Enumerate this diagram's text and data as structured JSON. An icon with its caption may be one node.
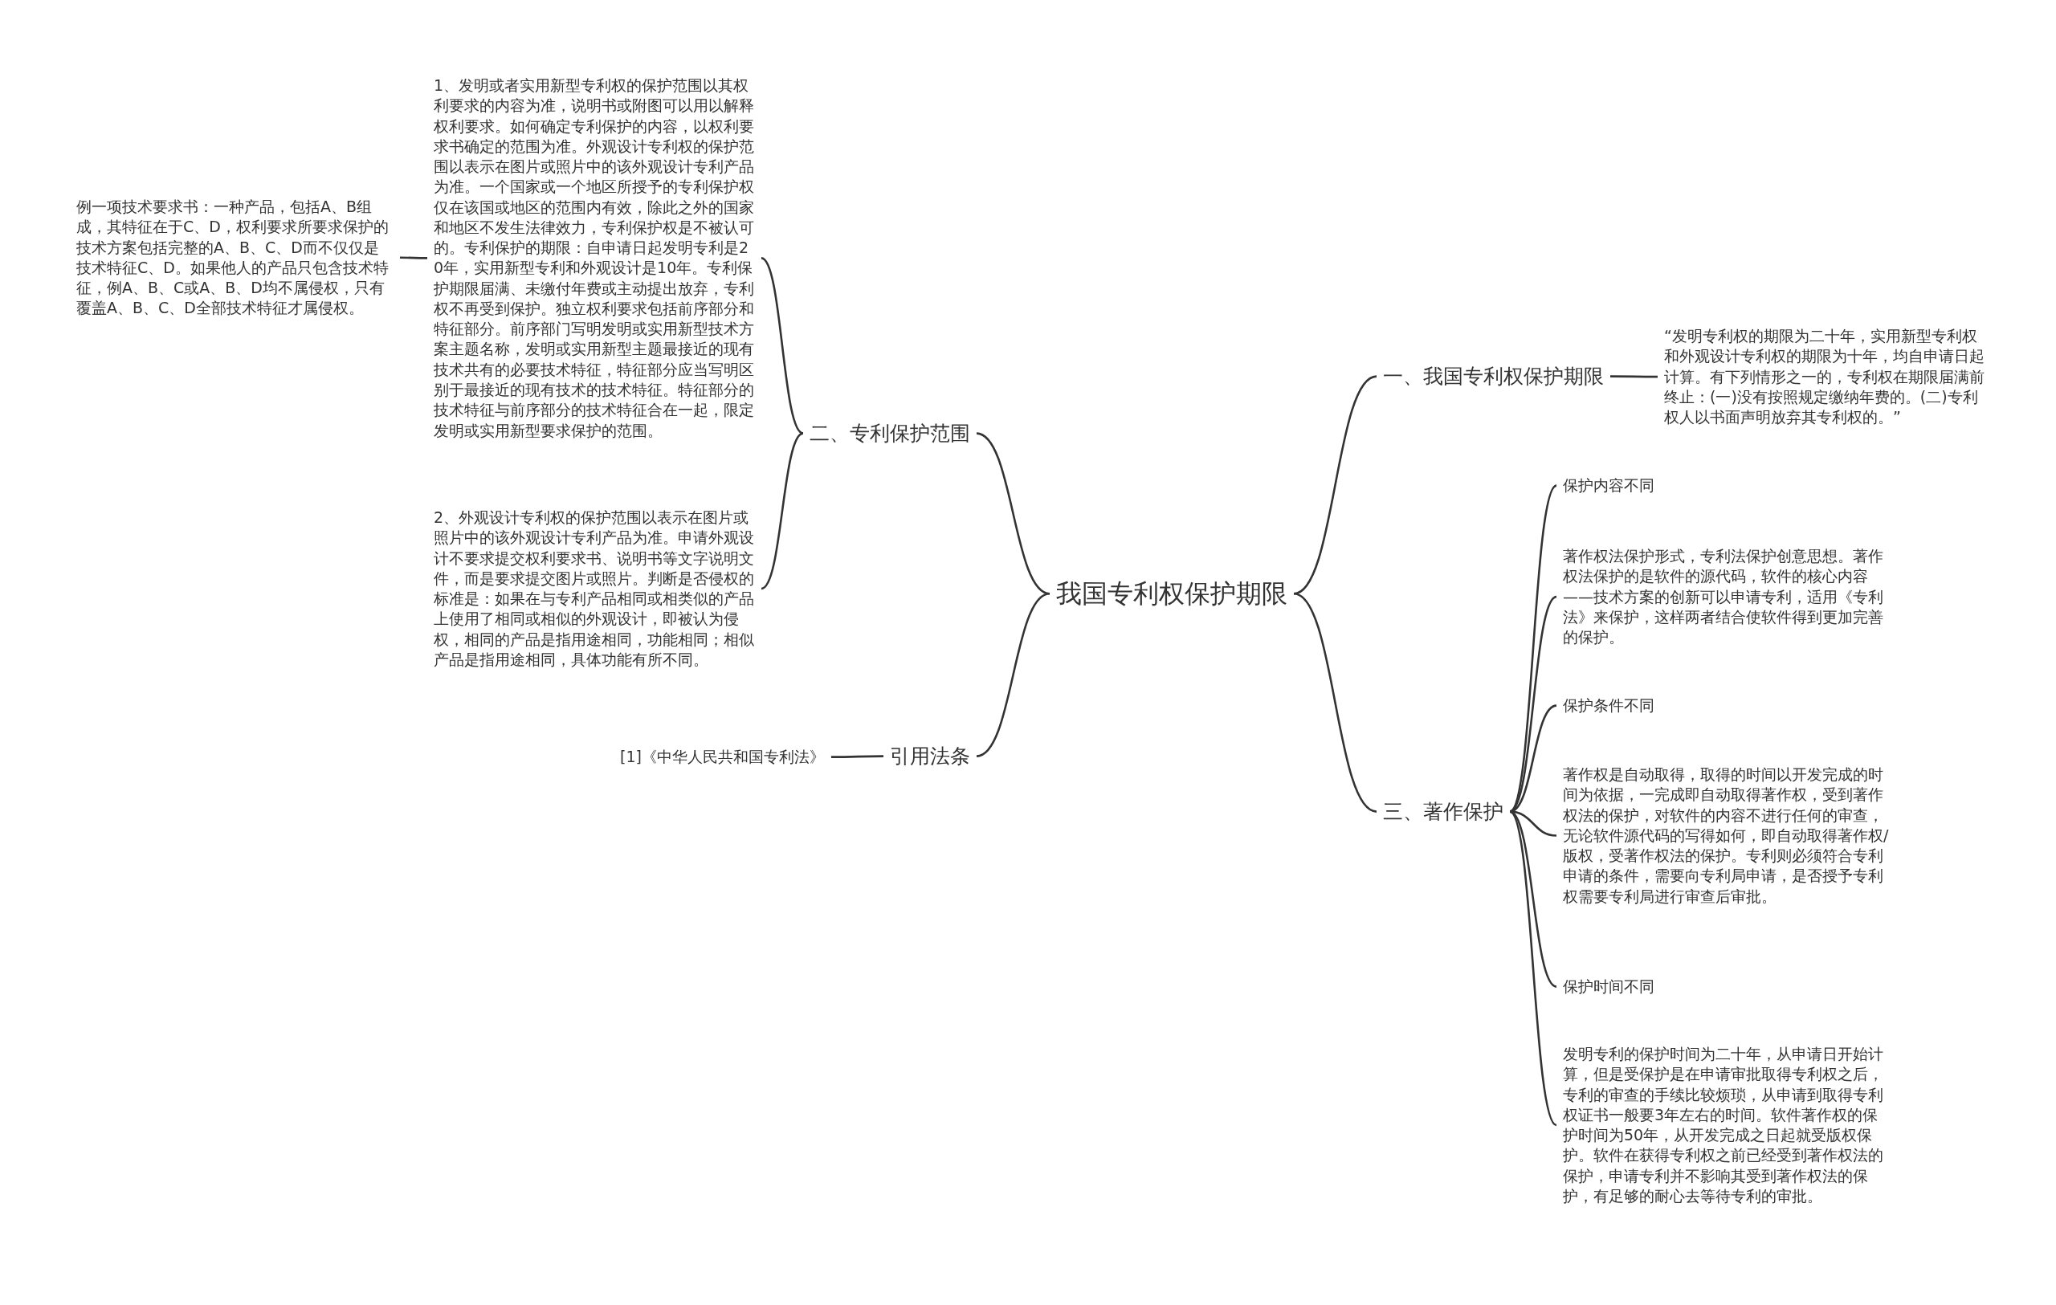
{
  "diagram": {
    "nodes": [
      {
        "text": [
          "我国专利权保护期限"
        ]
      },
      {
        "text": [
          "一、我国专利权保护期限"
        ]
      },
      {
        "text": [
          "“发明专利权的期限为二十年，实用新型专利权和外观设计专利权的期限为十年，均自申请日起计算。有下列情形之一的，专利权在期限届满前终止：(一)没有按照规定缴纳年费的。(二)专利权人以书面声明放弃其专利权的。”"
        ]
      },
      {
        "text": [
          "二、专利保护范围"
        ]
      },
      {
        "text": [
          "1、发明或者实用新型专利权的保护范围以其权利要求的内容为准，说明书或附图可以用以解释权利要求。如何确定专利保护的内容，以权利要求书确定的范围为准。外观设计专利权的保护范围以表示在图片或照片中的该外观设计专利产品为准。一个国家或一个地区所授予的专利保护权仅在该国或地区的范围内有效，除此之外的国家和地区不发生法律效力，专利保护权是不被认可的。专利保护的期限：自申请日起发明专利是20年，实用新型专利和外观设计是10年。专利保护期限届满、未缴付年费或主动提出放弃，专利权不再受到保护。独立权利要求包括前序部分和特征部分。前序部门写明发明或实用新型技术方案主题名称，发明或实用新型主题最接近的现有技术共有的必要技术特征，特征部分应当写明区别于最接近的现有技术的技术特征。特征部分的技术特征与前序部分的技术特征合在一起，限定发明或实用新型要求保护的范围。"
        ]
      },
      {
        "text": [
          "例一项技术要求书：一种产品，包括A、B组成，其特征在于C、D，权利要求所要求保护的技术方案包括完整的A、B、C、D而不仅仅是技术特征C、D。如果他人的产品只包含技术特征，例A、B、C或A、B、D均不属侵权，只有覆盖A、B、C、D全部技术特征才属侵权。"
        ]
      },
      {
        "text": [
          "2、外观设计专利权的保护范围以表示在图片或照片中的该外观设计专利产品为准。申请外观设计不要求提交权利要求书、说明书等文字说明文件，而是要求提交图片或照片。判断是否侵权的标准是：如果在与专利产品相同或相类似的产品上使用了相同或相似的外观设计，即被认为侵权，相同的产品是指用途相同，功能相同；相似产品是指用途相同，具体功能有所不同。"
        ]
      },
      {
        "text": [
          "引用法条"
        ]
      },
      {
        "text": [
          "[1]《中华人民共和国专利法》"
        ]
      },
      {
        "text": [
          "三、著作保护"
        ]
      },
      {
        "text": [
          "保护内容不同"
        ]
      },
      {
        "text": [
          "著作权法保护形式，专利法保护创意思想。著作权法保护的是软件的源代码，软件的核心内容——技术方案的创新可以申请专利，适用《专利法》来保护，这样两者结合使软件得到更加完善的保护。"
        ]
      },
      {
        "text": [
          "保护条件不同"
        ]
      },
      {
        "text": [
          "著作权是自动取得，取得的时间以开发完成的时间为依据，一完成即自动取得著作权，受到著作权法的保护，对软件的内容不进行任何的审查，无论软件源代码的写得如何，即自动取得著作权/版权，受著作权法的保护。专利则必须符合专利申请的条件，需要向专利局申请，是否授予专利权需要专利局进行审查后审批。"
        ]
      },
      {
        "text": [
          "保护时间不同"
        ]
      },
      {
        "text": [
          "发明专利的保护时间为二十年，从申请日开始计算，但是受保护是在申请审批取得专利权之后，专利的审查的手续比较烦琐，从申请到取得专利权证书一般要3年左右的时间。软件著作权的保护时间为50年，从开发完成之日起就受版权保护。软件在获得专利权之前已经受到著作权法的保护，申请专利并不影响其受到著作权法的保护，有足够的耐心去等待专利的审批。"
        ]
      }
    ],
    "edges": [
      {
        "from": 0,
        "to": 1,
        "arrow": "none"
      },
      {
        "from": 1,
        "to": 2,
        "arrow": "none"
      },
      {
        "from": 0,
        "to": 3,
        "arrow": "none"
      },
      {
        "from": 3,
        "to": 4,
        "arrow": "none"
      },
      {
        "from": 4,
        "to": 5,
        "arrow": "none"
      },
      {
        "from": 3,
        "to": 6,
        "arrow": "none"
      },
      {
        "from": 0,
        "to": 7,
        "arrow": "none"
      },
      {
        "from": 7,
        "to": 8,
        "arrow": "none"
      },
      {
        "from": 0,
        "to": 9,
        "arrow": "none"
      },
      {
        "from": 9,
        "to": 10,
        "arrow": "none"
      },
      {
        "from": 9,
        "to": 11,
        "arrow": "none"
      },
      {
        "from": 9,
        "to": 12,
        "arrow": "none"
      },
      {
        "from": 9,
        "to": 13,
        "arrow": "none"
      },
      {
        "from": 9,
        "to": 14,
        "arrow": "none"
      },
      {
        "from": 9,
        "to": 15,
        "arrow": "none"
      }
    ]
  }
}
